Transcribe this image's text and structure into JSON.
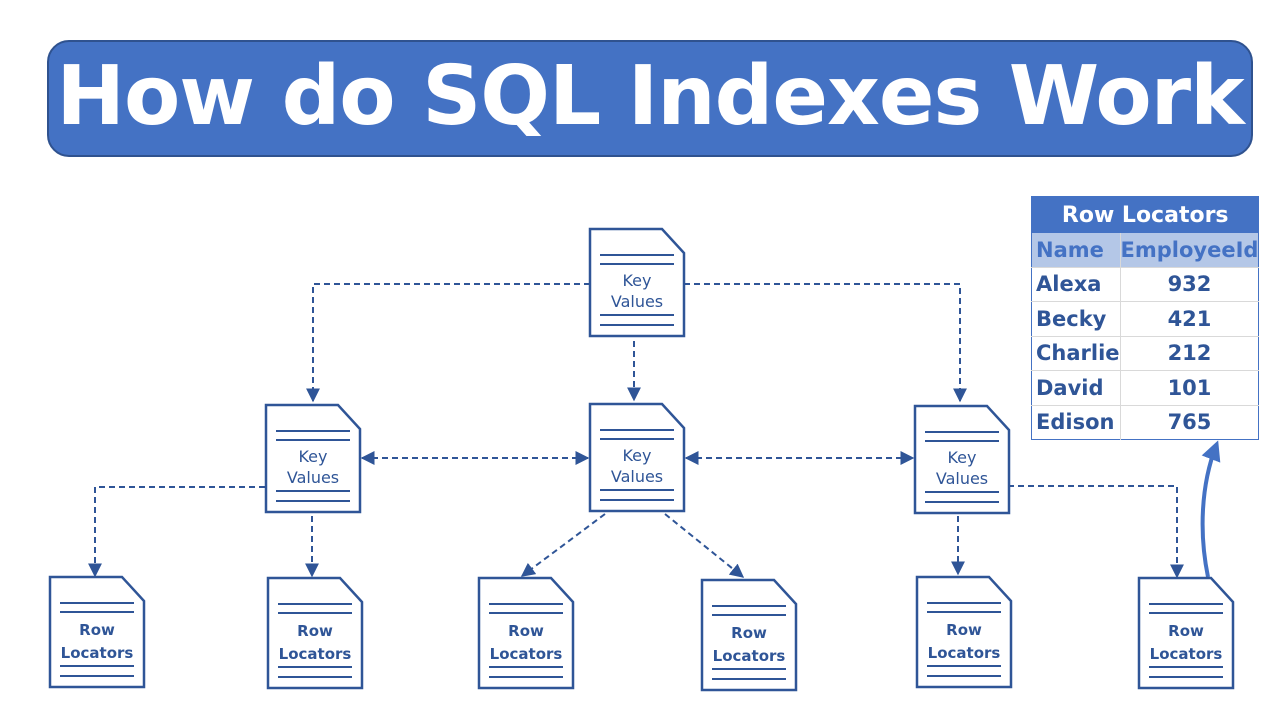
{
  "title": "How do SQL Indexes Work",
  "nodes": {
    "key_line1": "Key",
    "key_line2": "Values",
    "row_line1": "Row",
    "row_line2": "Locators"
  },
  "table": {
    "title": "Row Locators",
    "headers": [
      "Name",
      "EmployeeId"
    ],
    "rows": [
      {
        "name": "Alexa",
        "id": "932"
      },
      {
        "name": "Becky",
        "id": "421"
      },
      {
        "name": "Charlie",
        "id": "212"
      },
      {
        "name": "David",
        "id": "101"
      },
      {
        "name": "Edison",
        "id": "765"
      }
    ]
  },
  "colors": {
    "primary": "#4472c4",
    "text_dark_blue": "#2f5597",
    "header_fill": "#b4c7e7"
  }
}
